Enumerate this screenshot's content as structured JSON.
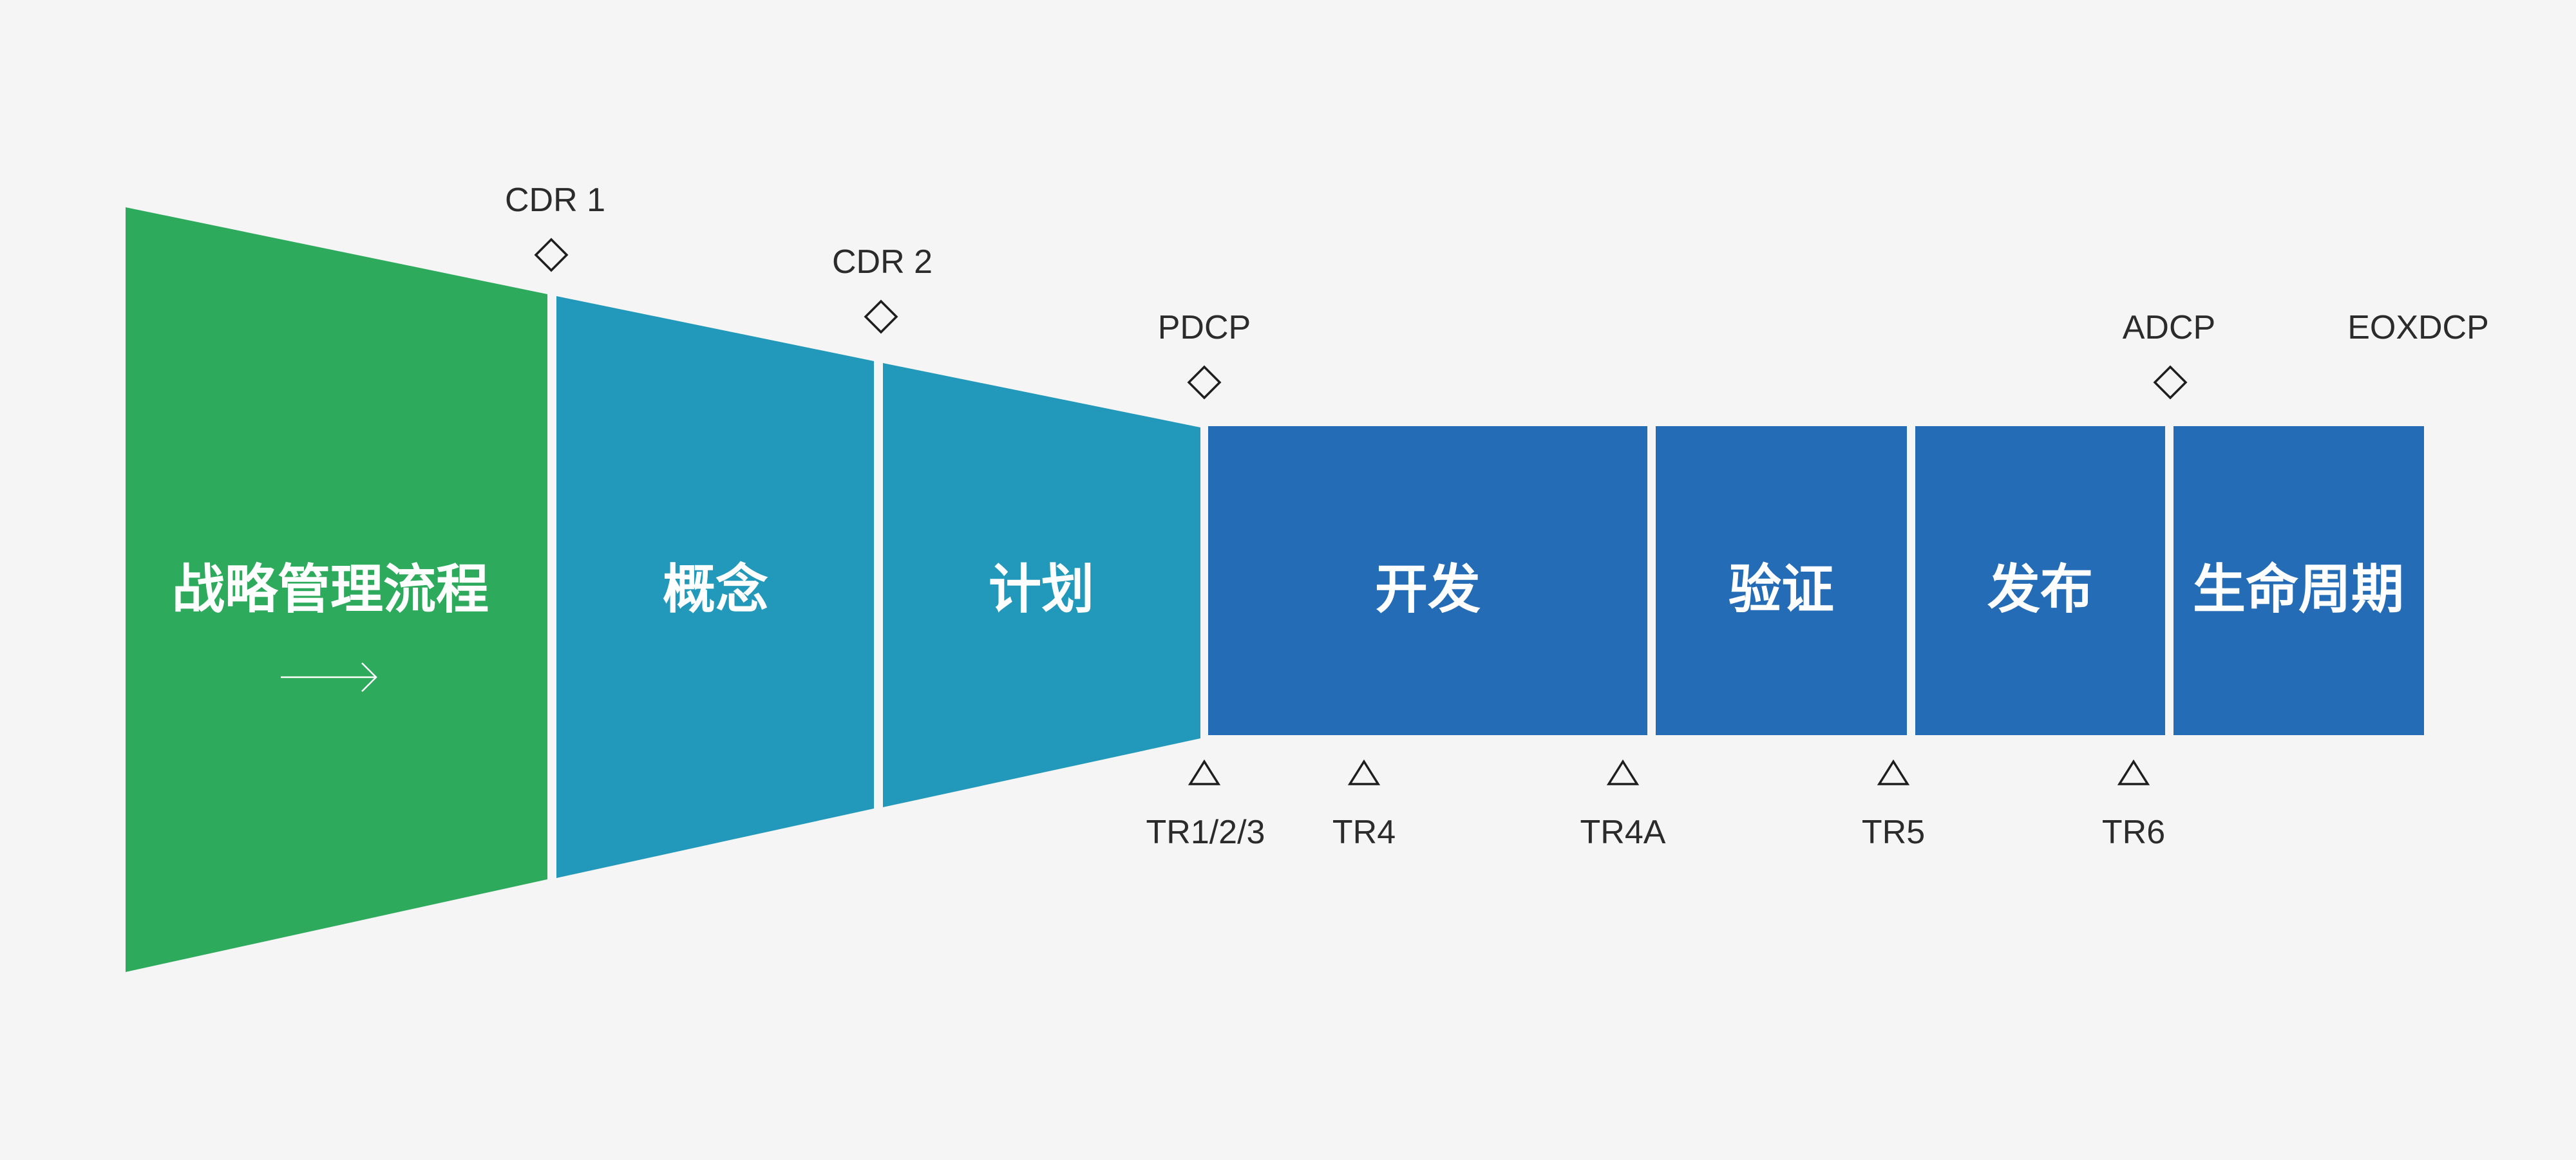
{
  "colors": {
    "background": "#f5f5f5",
    "strategy": "#2eaa5c",
    "concept_plan": "#2299ba",
    "execution": "#246cb6",
    "text_on_shape": "#ffffff",
    "milestone": "#1e1e1e"
  },
  "stages": {
    "strategy": "战略管理流程",
    "concept": "概念",
    "plan": "计划",
    "develop": "开发",
    "verify": "验证",
    "release": "发布",
    "lifecycle": "生命周期"
  },
  "decision_points": {
    "cdr1": "CDR 1",
    "cdr2": "CDR 2",
    "pdcp": "PDCP",
    "adcp": "ADCP",
    "eoxdcp": "EOXDCP"
  },
  "technical_reviews": {
    "tr123": "TR1/2/3",
    "tr4": "TR4",
    "tr4a": "TR4A",
    "tr5": "TR5",
    "tr6": "TR6"
  },
  "icons": {
    "decision_point": "diamond-icon",
    "technical_review": "triangle-icon",
    "flow": "arrow-right-icon"
  }
}
